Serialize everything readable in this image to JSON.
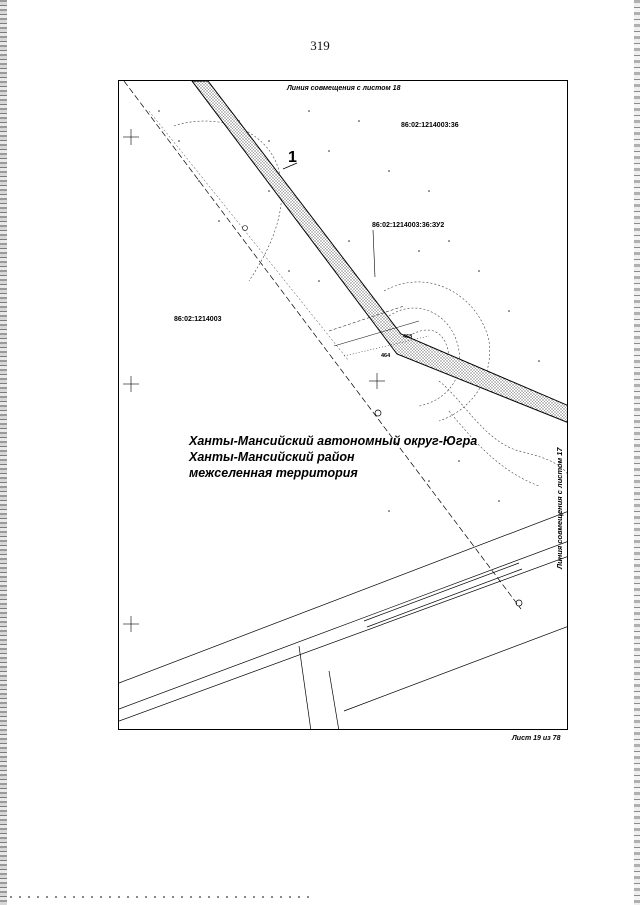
{
  "page": {
    "number": "319",
    "sheet_info": "Лист 19 из 78"
  },
  "map": {
    "alignment_top": "Линия совмещения с листом 18",
    "alignment_right": "Линия совмещения с листом 17",
    "parcel_main": "86:02:1214003:36",
    "parcel_zu": "86:02:1214003:36:ЗУ2",
    "quarter": "86:02:1214003",
    "marker": "1",
    "point_463": "463",
    "point_464": "464",
    "region_lines": [
      "Ханты-Мансийский автономный округ-Югра",
      "Ханты-Мансийский район",
      "межселенная территория"
    ]
  },
  "colors": {
    "ink": "#000000",
    "hatch": "#555555",
    "paper": "#ffffff"
  }
}
